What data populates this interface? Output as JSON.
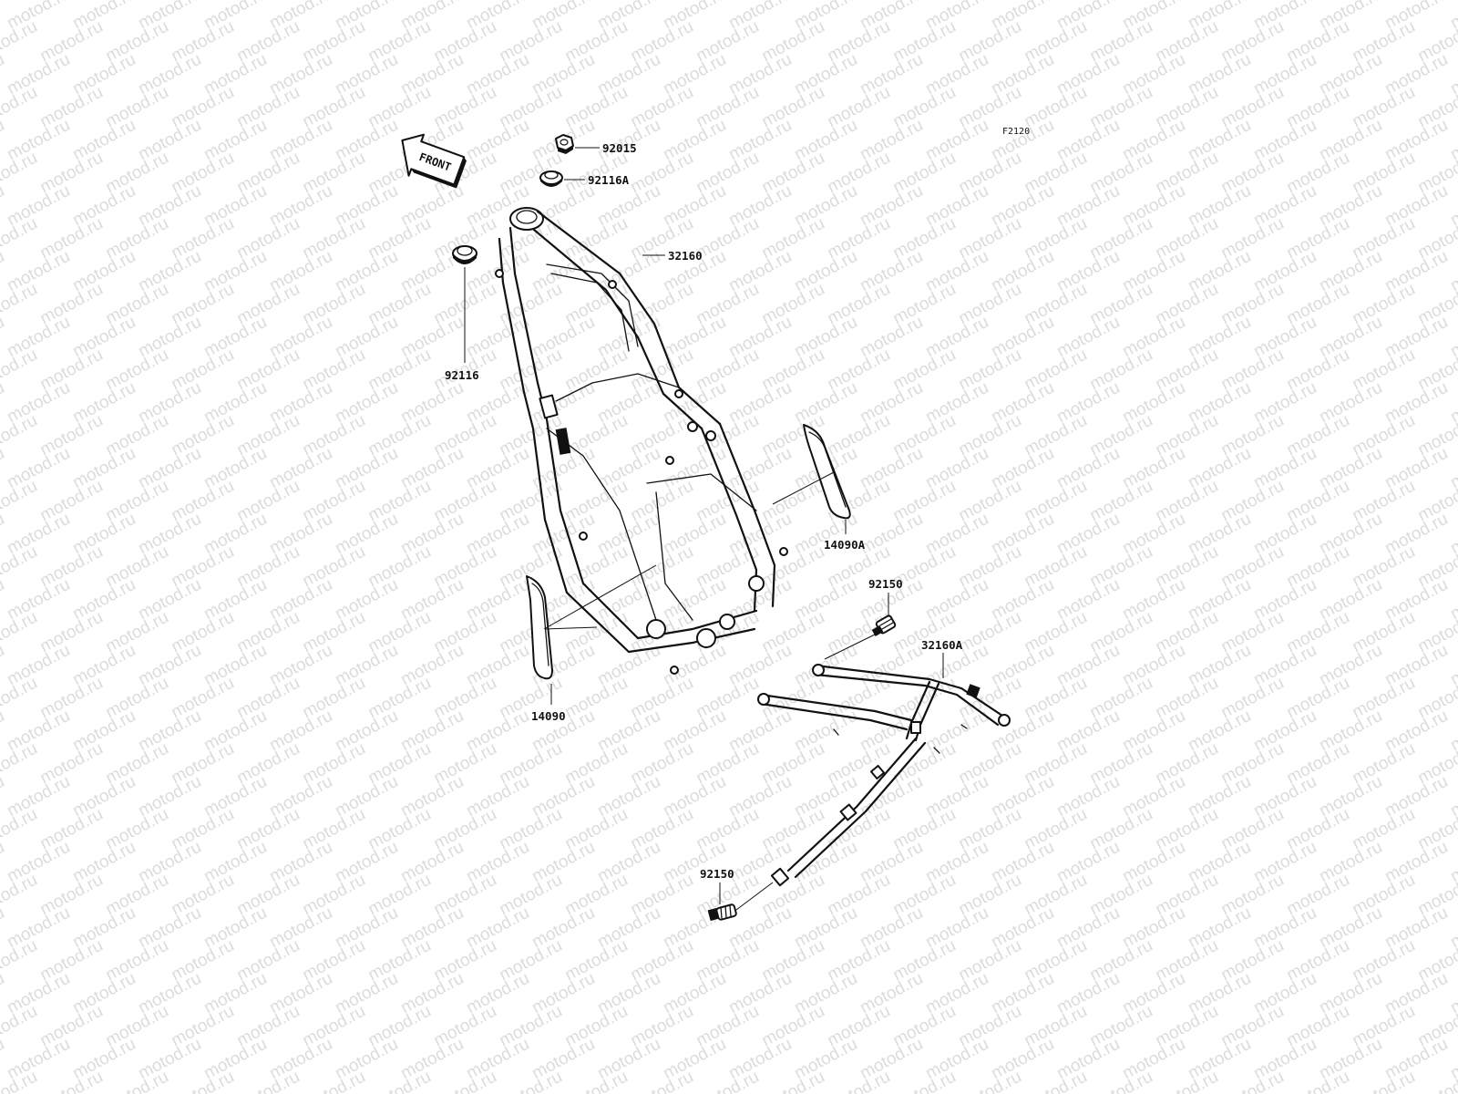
{
  "watermark": {
    "text": "motod.ru"
  },
  "diagram_code": "F2120",
  "front_indicator": {
    "label": "FRONT"
  },
  "parts": {
    "nut": "92015",
    "upper_bearing_seal": "92116A",
    "lower_bearing_seal": "92116",
    "frame": "32160",
    "right_guard": "14090A",
    "left_guard": "14090",
    "upper_bolt": "92150",
    "subframe": "32160A",
    "lower_bolt": "92150"
  },
  "colors": {
    "line": "#111111",
    "watermark": "#dcdcdc",
    "background": "#ffffff"
  }
}
